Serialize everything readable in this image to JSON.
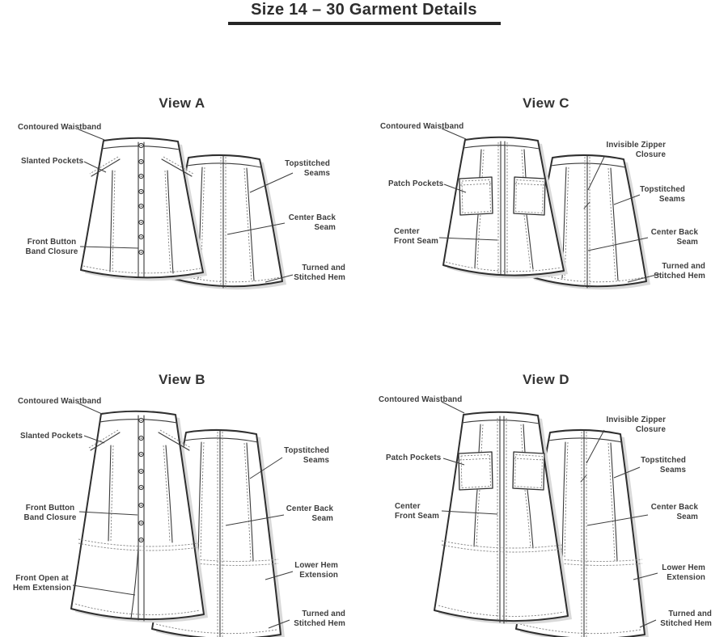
{
  "page_title": "Size 14 – 30 Garment Details",
  "colors": {
    "line": "#2f2f2f",
    "text": "#3d3d3d",
    "shadow": "#d9d9d9"
  },
  "views": [
    {
      "id": "A",
      "title": "View A",
      "labels": {
        "contoured_waistband": [
          "Contoured Waistband"
        ],
        "slanted_pockets": [
          "Slanted Pockets"
        ],
        "front_button_band": [
          "Front Button",
          "Band Closure"
        ],
        "topstitched_seams": [
          "Topstitched",
          "Seams"
        ],
        "center_back_seam": [
          "Center Back",
          "Seam"
        ],
        "turned_hem": [
          "Turned and",
          "Stitched Hem"
        ]
      }
    },
    {
      "id": "C",
      "title": "View C",
      "labels": {
        "contoured_waistband": [
          "Contoured Waistband"
        ],
        "patch_pockets": [
          "Patch Pockets"
        ],
        "center_front_seam": [
          "Center",
          "Front Seam"
        ],
        "invisible_zipper": [
          "Invisible Zipper",
          "Closure"
        ],
        "topstitched_seams": [
          "Topstitched",
          "Seams"
        ],
        "center_back_seam": [
          "Center Back",
          "Seam"
        ],
        "turned_hem": [
          "Turned and",
          "Stitched Hem"
        ]
      }
    },
    {
      "id": "B",
      "title": "View B",
      "labels": {
        "contoured_waistband": [
          "Contoured Waistband"
        ],
        "slanted_pockets": [
          "Slanted Pockets"
        ],
        "front_button_band": [
          "Front Button",
          "Band Closure"
        ],
        "front_open": [
          "Front Open at",
          "Hem Extension"
        ],
        "topstitched_seams": [
          "Topstitched",
          "Seams"
        ],
        "center_back_seam": [
          "Center Back",
          "Seam"
        ],
        "lower_hem": [
          "Lower Hem",
          "Extension"
        ],
        "turned_hem": [
          "Turned and",
          "Stitched Hem"
        ]
      }
    },
    {
      "id": "D",
      "title": "View D",
      "labels": {
        "contoured_waistband": [
          "Contoured Waistband"
        ],
        "patch_pockets": [
          "Patch Pockets"
        ],
        "center_front_seam": [
          "Center",
          "Front Seam"
        ],
        "invisible_zipper": [
          "Invisible Zipper",
          "Closure"
        ],
        "topstitched_seams": [
          "Topstitched",
          "Seams"
        ],
        "center_back_seam": [
          "Center Back",
          "Seam"
        ],
        "lower_hem": [
          "Lower Hem",
          "Extension"
        ],
        "turned_hem": [
          "Turned and",
          "Stitched Hem"
        ]
      }
    }
  ]
}
